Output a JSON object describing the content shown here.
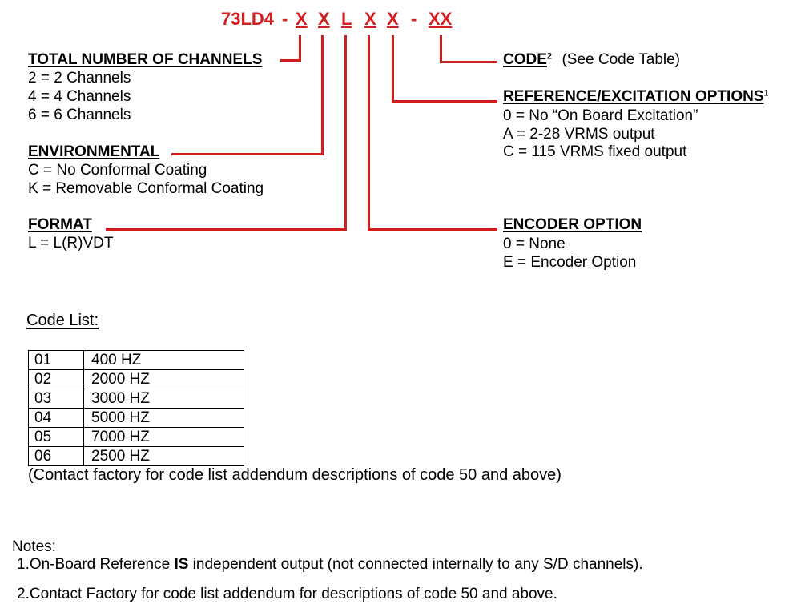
{
  "part_number": {
    "prefix": "73LD4",
    "sep1": "-",
    "f1": "X",
    "f2": "X",
    "f3": "L",
    "f4": "X",
    "f5": "X",
    "sep2": "-",
    "f6": "XX"
  },
  "channels": {
    "heading": "TOTAL NUMBER OF CHANNELS",
    "options": [
      "2 = 2 Channels",
      "4 = 4 Channels",
      "6 = 6 Channels"
    ]
  },
  "environmental": {
    "heading": "ENVIRONMENTAL",
    "options": [
      "C = No Conformal Coating",
      "K = Removable Conformal Coating"
    ]
  },
  "format": {
    "heading": "FORMAT",
    "options": [
      "L = L(R)VDT"
    ]
  },
  "code": {
    "heading": "CODE",
    "sup": "2",
    "note": "(See Code Table)"
  },
  "reference": {
    "heading": "REFERENCE/EXCITATION OPTIONS",
    "sup": "1",
    "options": [
      "0 = No “On Board Excitation”",
      "A = 2-28 VRMS output",
      "C = 115 VRMS fixed output"
    ]
  },
  "encoder": {
    "heading": "ENCODER OPTION",
    "options": [
      "0 = None",
      "E = Encoder Option"
    ]
  },
  "code_list": {
    "title": "Code List:",
    "rows": [
      [
        "01",
        "400 HZ"
      ],
      [
        "02",
        "2000 HZ"
      ],
      [
        "03",
        "3000 HZ"
      ],
      [
        "04",
        "5000 HZ"
      ],
      [
        "05",
        "7000 HZ"
      ],
      [
        "06",
        "2500 HZ"
      ]
    ],
    "footer": "(Contact factory for code list addendum descriptions of code 50 and above)"
  },
  "notes": {
    "title": "Notes:",
    "note1": {
      "num": "1.",
      "pre": "On-Board Reference ",
      "bold": "IS",
      "post": " independent output (not connected internally to any S/D channels)."
    },
    "note2": {
      "num": "2.",
      "text": "Contact Factory for code list addendum for descriptions of code 50 and above."
    }
  },
  "colors": {
    "accent": "#d41e1e"
  }
}
